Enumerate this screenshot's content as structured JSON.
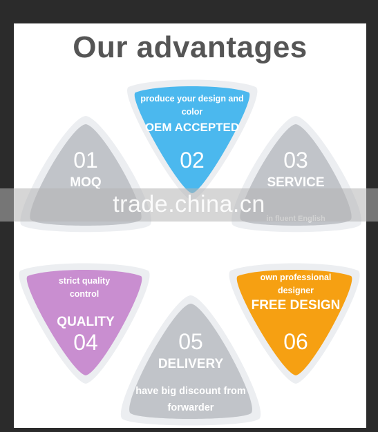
{
  "title": "Our advantages",
  "colors": {
    "gray": "#c1c4c9",
    "blue": "#4bb8ee",
    "purple": "#c98ed0",
    "orange": "#f6a012"
  },
  "items": [
    {
      "number": "01",
      "heading": "MOQ",
      "subtitle": ""
    },
    {
      "number": "02",
      "heading": "OEM ACCEPTED",
      "subtitle": "produce your design and color"
    },
    {
      "number": "03",
      "heading": "SERVICE",
      "subtitle": "in fluent English"
    },
    {
      "number": "04",
      "heading": "QUALITY",
      "subtitle": "strict quality control"
    },
    {
      "number": "05",
      "heading": "DELIVERY",
      "subtitle": "have big discount from forwarder"
    },
    {
      "number": "06",
      "heading": "FREE DESIGN",
      "subtitle": "own professional designer"
    }
  ],
  "watermark": "trade.china.cn"
}
